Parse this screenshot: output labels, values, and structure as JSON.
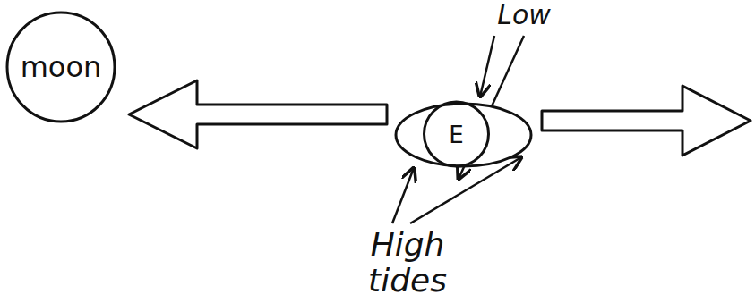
{
  "diagram": {
    "nodes": [
      {
        "text": [
          "moon"
        ]
      },
      {
        "text": [
          "E"
        ]
      }
    ],
    "edges": [
      {
        "from": 1,
        "to": 0,
        "arrow": "to"
      }
    ],
    "labels": [
      "Low",
      "High tides"
    ]
  }
}
